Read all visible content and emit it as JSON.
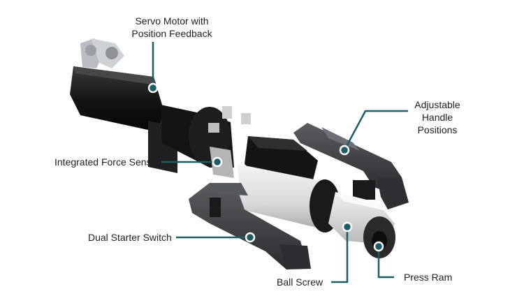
{
  "labels": {
    "servo": [
      "Servo Motor with",
      "Position Feedback"
    ],
    "handle": [
      "Adjustable",
      "Handle",
      "Positions"
    ],
    "force": "Integrated Force Sensor",
    "starter": "Dual Starter Switch",
    "ballscrew": "Ball Screw",
    "ram": "Press Ram"
  },
  "colors": {
    "leader": "#1d5c63",
    "text": "#1f1f1f",
    "body_dark": "#1c1c1c",
    "handle_gray": "#3d3f42",
    "sleeve_light": "#e6e6e6"
  }
}
